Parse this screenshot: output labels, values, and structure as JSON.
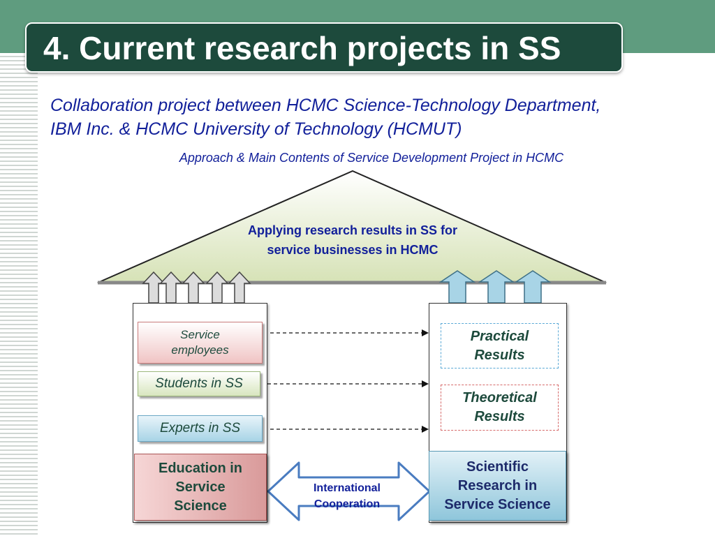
{
  "slide": {
    "title": "4. Current research projects in SS",
    "subtitle_line1": "Collaboration project between HCMC Science-Technology Department,",
    "subtitle_line2": "IBM Inc. & HCMC University of Technology (HCMUT)",
    "caption": "Approach & Main Contents of Service Development Project in HCMC"
  },
  "diagram": {
    "roof_line1": "Applying research results in SS for",
    "roof_line2": "service businesses in HCMC",
    "left_items": {
      "service_employees_line1": "Service",
      "service_employees_line2": "employees",
      "students": "Students in SS",
      "experts": "Experts in SS"
    },
    "right_items": {
      "practical_line1": "Practical",
      "practical_line2": "Results",
      "theoretical_line1": "Theoretical",
      "theoretical_line2": "Results"
    },
    "education_line1": "Education in",
    "education_line2": "Service",
    "education_line3": "Science",
    "science_line1": "Scientific",
    "science_line2": "Research in",
    "science_line3": "Service Science",
    "cooperation_line1": "International",
    "cooperation_line2": "Cooperation"
  },
  "colors": {
    "title_bg": "#1d4a3c",
    "top_band": "#5f9c7f",
    "text_blue": "#12209a",
    "roof_fill": "#dfe8c6",
    "arrow_gray": "#d9d9d9",
    "arrow_blue": "#a8d4e6"
  }
}
